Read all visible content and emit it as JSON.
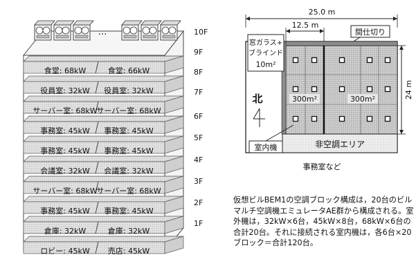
{
  "building": {
    "floors": [
      "10F",
      "9F",
      "8F",
      "7F",
      "6F",
      "5F",
      "4F",
      "3F",
      "2F",
      "1F"
    ],
    "ellipsis": "…",
    "rooms": [
      {
        "left": "食堂: 68kW",
        "right": "食堂: 66kW"
      },
      {
        "left": "役員室: 32kW",
        "right": "役員室: 32kW"
      },
      {
        "left": "サーバー室: 68kW",
        "right": "サーバー室: 68kW"
      },
      {
        "left": "事務室: 45kW",
        "right": "事務室: 45kW"
      },
      {
        "left": "事務室: 45kW",
        "right": "事務室: 45kW"
      },
      {
        "left": "会議室: 32kW",
        "right": "会議室: 32kW"
      },
      {
        "left": "サーバー室: 68kW",
        "right": "サーバー室: 68kW"
      },
      {
        "left": "事務室: 45kW",
        "right": "事務室: 45kW"
      },
      {
        "left": "倉庫: 32kW",
        "right": "倉庫: 32kW"
      },
      {
        "left": "ロビー: 45kW",
        "right": "売店: 45kW"
      }
    ]
  },
  "floorplan": {
    "width_label": "25.0 m",
    "half_width_label": "12.5 m",
    "depth_label": "24 m",
    "partition_label": "間仕切り",
    "window_label_line1": "窓ガラス+",
    "window_label_line2": "ブラインド",
    "window_label_line3": "10m²",
    "north_label": "北",
    "area_left": "300m²",
    "area_right": "300m²",
    "indoor_unit_label": "室内機",
    "non_ac_label": "非空調エリア",
    "room_caption": "事務室など"
  },
  "caption": "仮想ビルBEM1の空調ブロック構成は，20台のビルマルチ空調機エミュレータAE群から構成される。室外機は，32kW×6台，45kW×8台，68kW×6台の合計20台。それに接続される室内機は，各6台×20ブロック＝合計120台。"
}
